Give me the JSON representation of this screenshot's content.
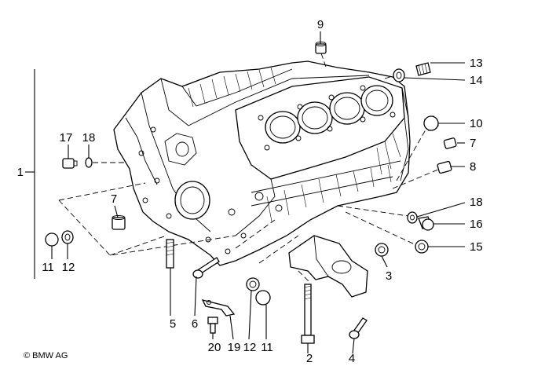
{
  "callouts": {
    "n1": "1",
    "n2": "2",
    "n3": "3",
    "n4": "4",
    "n5": "5",
    "n6": "6",
    "n7a": "7",
    "n7b": "7",
    "n8": "8",
    "n9": "9",
    "n10": "10",
    "n11a": "11",
    "n11b": "11",
    "n12a": "12",
    "n12b": "12",
    "n13": "13",
    "n14": "14",
    "n15": "15",
    "n16": "16",
    "n17": "17",
    "n18a": "18",
    "n18b": "18",
    "n19": "19",
    "n20": "20"
  },
  "copyright": "© BMW AG"
}
